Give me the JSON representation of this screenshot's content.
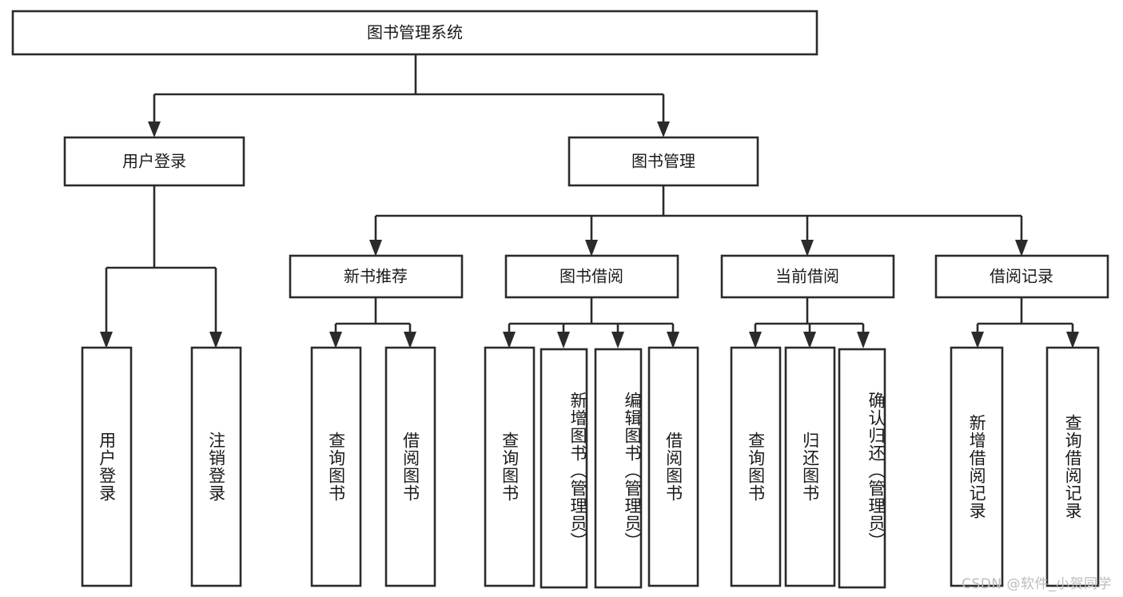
{
  "diagram": {
    "type": "tree",
    "title": "图书管理系统",
    "orientation": "top-down",
    "colors": {
      "box_stroke": "#2b2b2b",
      "box_fill": "#ffffff",
      "connector": "#2b2b2b",
      "text": "#1a1a1a",
      "watermark": "#b9bcc0",
      "background": "#ffffff"
    },
    "root": {
      "label": "图书管理系统"
    },
    "level2": [
      {
        "label": "用户登录"
      },
      {
        "label": "图书管理"
      }
    ],
    "level3": [
      {
        "label": "新书推荐"
      },
      {
        "label": "图书借阅"
      },
      {
        "label": "当前借阅"
      },
      {
        "label": "借阅记录"
      }
    ],
    "leaves": {
      "user_login": [
        {
          "label": "用户登录"
        },
        {
          "label": "注销登录"
        }
      ],
      "new_book_recommend": [
        {
          "label": "查询图书"
        },
        {
          "label": "借阅图书"
        }
      ],
      "book_borrow": [
        {
          "label": "查询图书"
        },
        {
          "label": "新增图书（管理员）"
        },
        {
          "label": "编辑图书（管理员）"
        },
        {
          "label": "借阅图书"
        }
      ],
      "current_borrow": [
        {
          "label": "查询图书"
        },
        {
          "label": "归还图书"
        },
        {
          "label": "确认归还（管理员）"
        }
      ],
      "borrow_record": [
        {
          "label": "新增借阅记录"
        },
        {
          "label": "查询借阅记录"
        }
      ]
    }
  },
  "watermark": {
    "text": "CSDN @软件_小贺同学"
  }
}
